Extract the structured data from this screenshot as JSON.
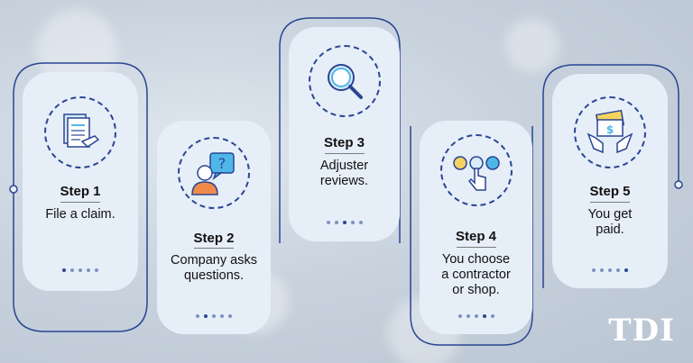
{
  "steps": [
    {
      "title": "Step 1",
      "desc": [
        "File a claim."
      ],
      "active_dot": 0,
      "icon": "document-hand-icon"
    },
    {
      "title": "Step 2",
      "desc": [
        "Company asks",
        "questions."
      ],
      "active_dot": 1,
      "icon": "person-question-icon"
    },
    {
      "title": "Step 3",
      "desc": [
        "Adjuster",
        "reviews."
      ],
      "active_dot": 2,
      "icon": "magnifier-icon"
    },
    {
      "title": "Step 4",
      "desc": [
        "You choose",
        "a contractor",
        "or shop."
      ],
      "active_dot": 3,
      "icon": "choice-tap-icon"
    },
    {
      "title": "Step 5",
      "desc": [
        "You get",
        "paid."
      ],
      "active_dot": 4,
      "icon": "money-hands-icon"
    }
  ],
  "logo": "TDI",
  "colors": {
    "accent": "#2a4592",
    "card": "#e6eef8",
    "icon_orange": "#f08a4b",
    "icon_blue": "#4fb6e8",
    "icon_yellow": "#f4d35e"
  }
}
